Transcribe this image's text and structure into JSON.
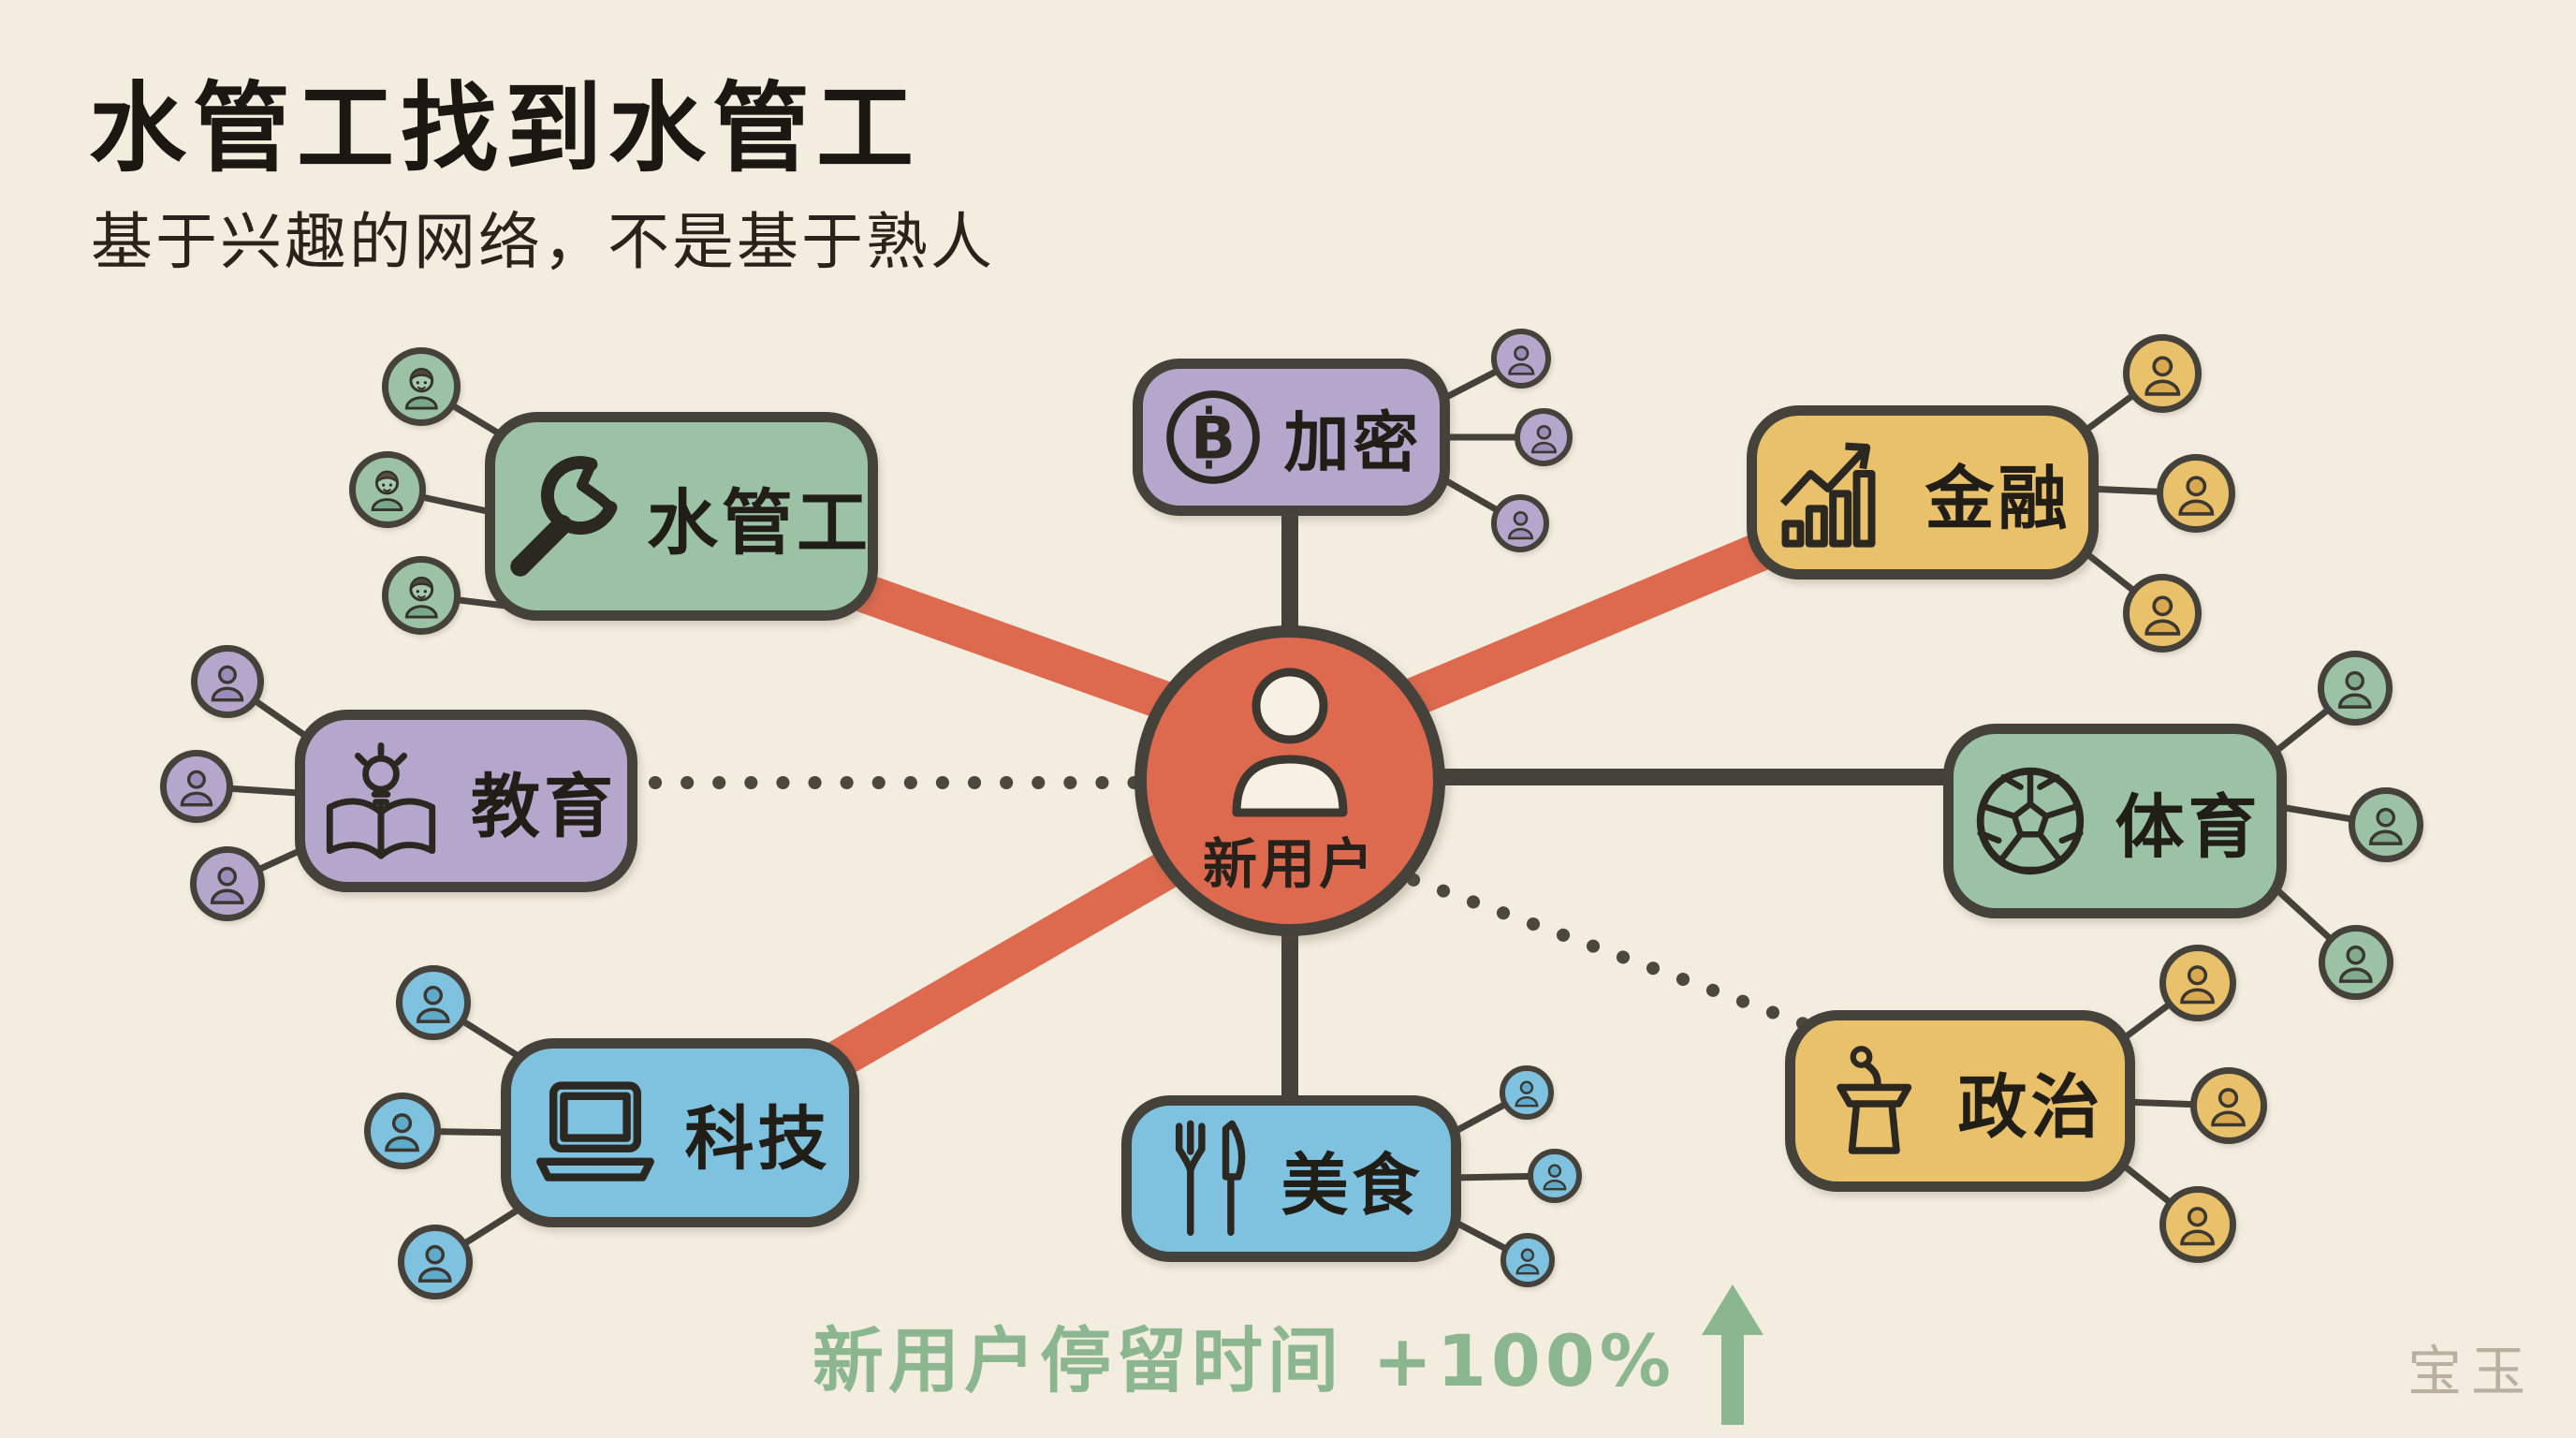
{
  "title": "水管工找到水管工",
  "subtitle": "基于兴趣的网络，不是基于熟人",
  "center_node": {
    "label": "新用户",
    "icon": "person-icon"
  },
  "categories": [
    {
      "label": "水管工",
      "icon": "wrench-icon",
      "color": "#9cc2a6",
      "connection": "strong-red",
      "member_count": 3
    },
    {
      "label": "加密",
      "icon": "bitcoin-icon",
      "color": "#b4a7cb",
      "connection": "solid",
      "member_count": 3
    },
    {
      "label": "金融",
      "icon": "trend-chart-icon",
      "color": "#e9c16b",
      "connection": "strong-red",
      "member_count": 3
    },
    {
      "label": "教育",
      "icon": "book-lightbulb-icon",
      "color": "#b4a7cb",
      "connection": "dotted",
      "member_count": 3
    },
    {
      "label": "体育",
      "icon": "soccer-ball-icon",
      "color": "#9cc2a6",
      "connection": "solid",
      "member_count": 3
    },
    {
      "label": "科技",
      "icon": "laptop-icon",
      "color": "#7fc2e0",
      "connection": "strong-red",
      "member_count": 3
    },
    {
      "label": "美食",
      "icon": "fork-knife-icon",
      "color": "#7fc2e0",
      "connection": "solid",
      "member_count": 3
    },
    {
      "label": "政治",
      "icon": "podium-icon",
      "color": "#e9c16b",
      "connection": "dotted",
      "member_count": 3
    }
  ],
  "footer": {
    "stat_text": "新用户停留时间 +100%",
    "arrow_icon": "up-arrow-icon"
  },
  "watermark": "宝玉",
  "colors": {
    "background": "#f3ede0",
    "center_red": "#dd6a4f",
    "strong_link_red": "#dd6a4f",
    "line_dark": "#45413b",
    "green_box": "#9cc2a6",
    "purple_box": "#b4a7cb",
    "yellow_box": "#e9c16b",
    "blue_box": "#7fc2e0",
    "stat_green": "#8cb690",
    "watermark_gray": "#b9b0a1"
  }
}
